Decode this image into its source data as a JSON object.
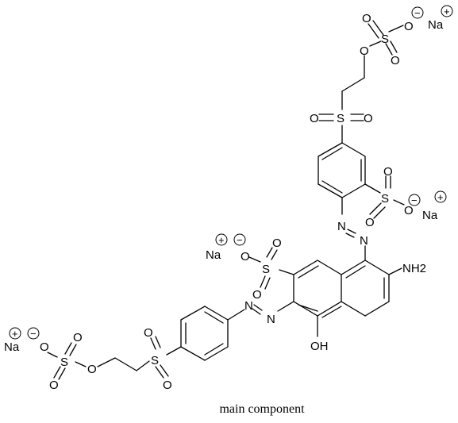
{
  "structure": {
    "atoms": {
      "s1": "S",
      "s1_o1": "O",
      "s1_o2": "O",
      "s1_o3": "O",
      "s1_o4": "O",
      "na1": "Na",
      "s2": "S",
      "s2_o1": "O",
      "s2_o2": "O",
      "s3": "S",
      "s3_o1": "O",
      "s3_o2": "O",
      "s3_o3": "O",
      "na2": "Na",
      "n1": "N",
      "n2": "N",
      "s4": "S",
      "s4_o1": "O",
      "s4_o2": "O",
      "s4_o3": "O",
      "na3": "Na",
      "nh2": "NH2",
      "n3": "N",
      "n4": "N",
      "oh": "OH",
      "s5": "S",
      "s5_o1": "O",
      "s5_o2": "O",
      "s6": "S",
      "s6_o1": "O",
      "s6_o2": "O",
      "s6_o3": "O",
      "s6_o4": "O",
      "na4": "Na"
    },
    "charges": {
      "plus": "+",
      "minus": "−"
    }
  },
  "caption": "main component"
}
